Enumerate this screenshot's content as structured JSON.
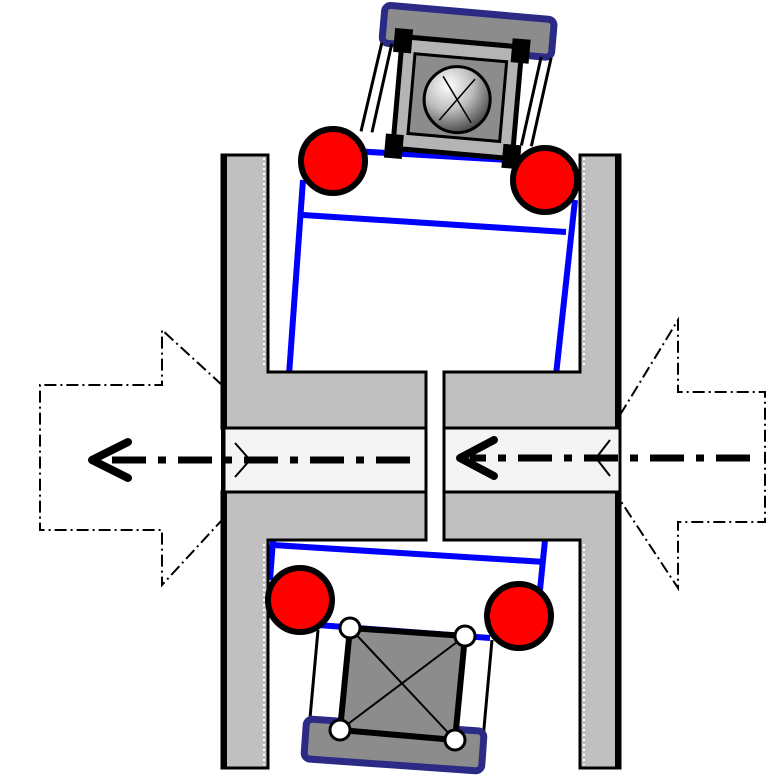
{
  "colors": {
    "background": "#ffffff",
    "wall_fill": "#c0c0c0",
    "outline": "#000000",
    "blue_frame": "#0000ff",
    "cap_navy": "#2b2b86",
    "roller_red": "#ff0000",
    "block_gray": "#8c8c8c",
    "block_light": "#b4b4b4",
    "pin_white": "#ffffff"
  },
  "parts": {
    "left_wall": "left-wall-channel",
    "right_wall": "right-wall-channel",
    "top_cart": "top-ball-bearing-cart",
    "bottom_cart": "bottom-cross-block-cart",
    "frame": "blue-linkage-frame",
    "rollers": "red-guide-rollers",
    "arrows": "dash-dot-flow-arrows"
  }
}
